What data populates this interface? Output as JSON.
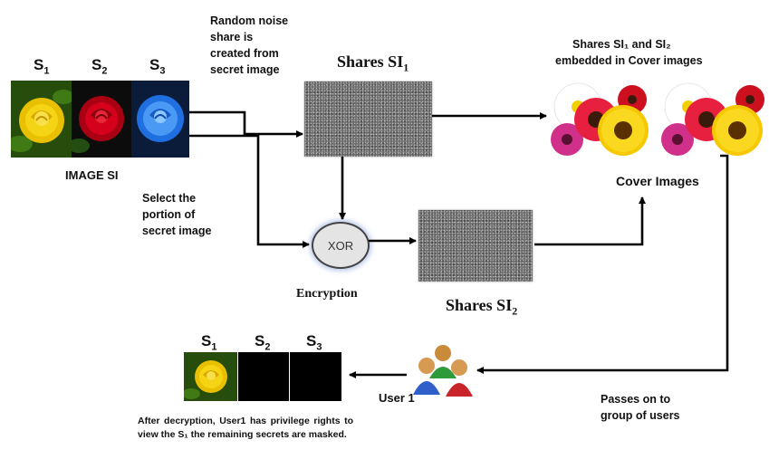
{
  "secret": {
    "labels": [
      {
        "base": "S",
        "sub": "1"
      },
      {
        "base": "S",
        "sub": "2"
      },
      {
        "base": "S",
        "sub": "3"
      }
    ],
    "caption": "IMAGE SI"
  },
  "notes": {
    "random_noise": "Random noise\nshare is\ncreated from\nsecret image",
    "select_portion": "Select the\nportion of\nsecret image",
    "shares_embedded_line1": "Shares SI₁ and SI₂",
    "shares_embedded_line2": "embedded in Cover images",
    "cover_images": "Cover Images",
    "passes_on": "Passes on to\ngroup of users",
    "user": "User 1"
  },
  "shares": {
    "si1_base": "Shares SI",
    "si1_sub": "1",
    "si2_base": "Shares SI",
    "si2_sub": "2"
  },
  "xor": {
    "label": "XOR",
    "caption": "Encryption"
  },
  "result": {
    "labels": [
      {
        "base": "S",
        "sub": "1"
      },
      {
        "base": "S",
        "sub": "2"
      },
      {
        "base": "S",
        "sub": "3"
      }
    ],
    "description": "After decryption, User1 has privilege rights to view the S₁ the remaining secrets are masked."
  },
  "colors": {
    "yellow_rose": "#e8c000",
    "red_rose": "#c8001a",
    "blue_rose": "#1f6fe0",
    "masked": "#000000",
    "noise": "#7a7a7a",
    "xor_fill": "#e4e4e4"
  }
}
